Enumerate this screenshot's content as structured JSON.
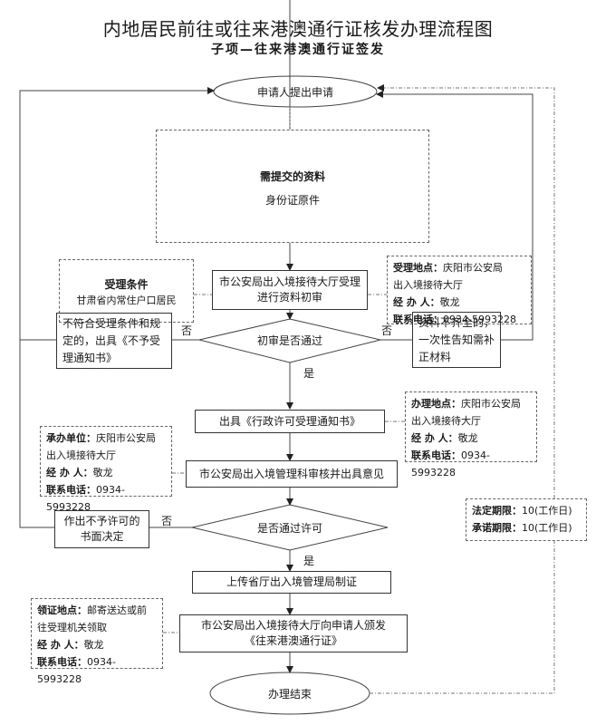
{
  "header": {
    "title": "内地居民前往或往来港澳通行证核发办理流程图",
    "subtitle": "子项—往来港澳通行证签发"
  },
  "flow": {
    "start": "申请人提出申请",
    "materials": {
      "heading": "需提交的资料",
      "body": "身份证原件"
    },
    "conditions": {
      "heading": "受理条件",
      "body": "甘肃省内常住户口居民"
    },
    "accept_step": {
      "line1": "市公安局出入境接待大厅受理",
      "line2": "进行资料初审"
    },
    "accept_info": {
      "place_label": "受理地点：",
      "place_value": "庆阳市公安局",
      "place_value2": "出入境接待大厅",
      "handler_label": "经 办 人：",
      "handler_value": "敬龙",
      "phone_label": "联系电话：",
      "phone_value": "0934-5993228"
    },
    "decision1": "初审是否通过",
    "reject1": "不符合受理条件和规定的，出具《不予受理通知书》",
    "incomplete": "资料不齐全的，一次性告知需补正材料",
    "yes_label": "是",
    "no_label": "否",
    "notice_step": "出具《行政许可受理通知书》",
    "notice_info": {
      "place_label": "办理地点：",
      "place_value": "庆阳市公安局",
      "place_value2": "出入境接待大厅",
      "handler_label": "经 办 人：",
      "handler_value": "敬龙",
      "phone_label": "联系电话：",
      "phone_value": "0934-5993228"
    },
    "review_info": {
      "unit_label": "承办单位：",
      "unit_value": "庆阳市公安局",
      "unit_value2": "出入境接待大厅",
      "handler_label": "经 办 人：",
      "handler_value": "敬龙",
      "phone_label": "联系电话：",
      "phone_value": "0934-5993228"
    },
    "review_step": "市公安局出入境管理科审核并出具意见",
    "deadline": {
      "legal_label": "法定期限：",
      "legal_value": "10(工作日)",
      "promise_label": "承诺期限：",
      "promise_value": "10(工作日)"
    },
    "decision2": "是否通过许可",
    "reject2": {
      "line1": "作出不予许可的",
      "line2": "书面决定"
    },
    "upload_step": "上传省厅出入境管理局制证",
    "issue_info": {
      "place_label": "领证地点：",
      "place_value": "邮寄送达或前",
      "place_value2": "往受理机关领取",
      "handler_label": "经 办 人：",
      "handler_value": "敬龙",
      "phone_label": "联系电话：",
      "phone_value": "0934-5993228"
    },
    "issue_step": {
      "line1": "市公安局出入境接待大厅向申请人颁发",
      "line2": "《往来港澳通行证》"
    },
    "end": "办理结束"
  },
  "colors": {
    "line": "#333333",
    "dash": "#666666",
    "text": "#1a1a1a"
  }
}
